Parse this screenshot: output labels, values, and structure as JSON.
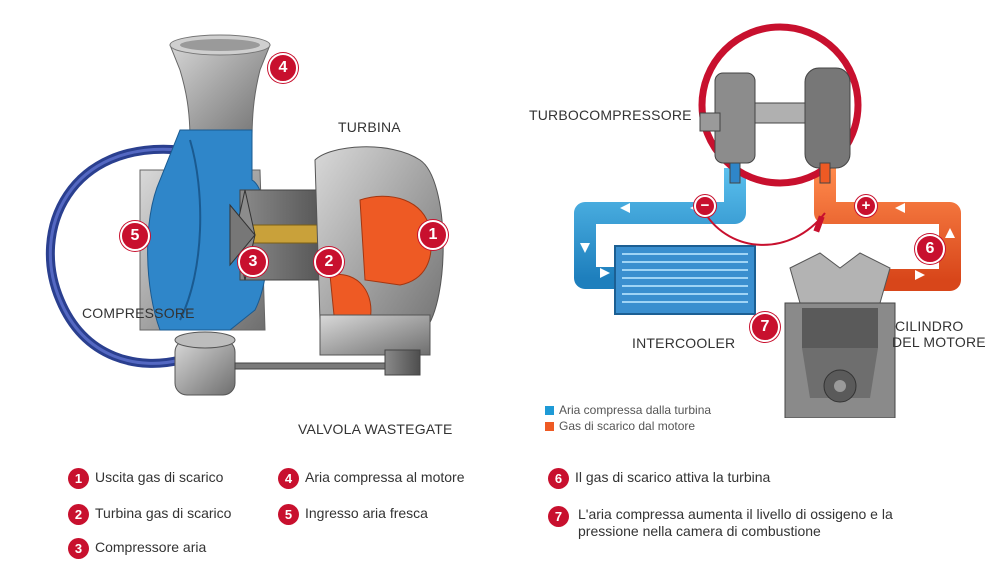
{
  "labels": {
    "turbina": "TURBINA",
    "compressore": "COMPRESSORE",
    "valvola": "VALVOLA WASTEGATE",
    "turbocompressore": "TURBOCOMPRESSORE",
    "intercooler": "INTERCOOLER",
    "cilindro_line1": "CILINDRO",
    "cilindro_line2": "DEL MOTORE"
  },
  "badges": {
    "b1": "1",
    "b2": "2",
    "b3": "3",
    "b4": "4",
    "b5": "5",
    "b6": "6",
    "b7": "7",
    "minus": "−",
    "plus": "+"
  },
  "key": {
    "compressed_air": "Aria compressa dalla turbina",
    "exhaust_gas": "Gas di scarico dal motore",
    "compressed_color": "#1e9ad6",
    "exhaust_color": "#ee5a24"
  },
  "legend": [
    {
      "num": "1",
      "text": "Uscita gas di scarico"
    },
    {
      "num": "2",
      "text": "Turbina gas di scarico"
    },
    {
      "num": "3",
      "text": "Compressore aria"
    },
    {
      "num": "4",
      "text": "Aria compressa al motore"
    },
    {
      "num": "5",
      "text": "Ingresso aria fresca"
    },
    {
      "num": "6",
      "text": "Il gas di scarico attiva la turbina"
    },
    {
      "num": "7",
      "text": "L'aria compressa aumenta il livello di ossigeno e la pressione nella camera di combustione"
    }
  ],
  "colors": {
    "accent": "#c8102e",
    "blue": "#1e9ad6",
    "orange": "#ee5a24",
    "metal": "#9a9a9a"
  }
}
